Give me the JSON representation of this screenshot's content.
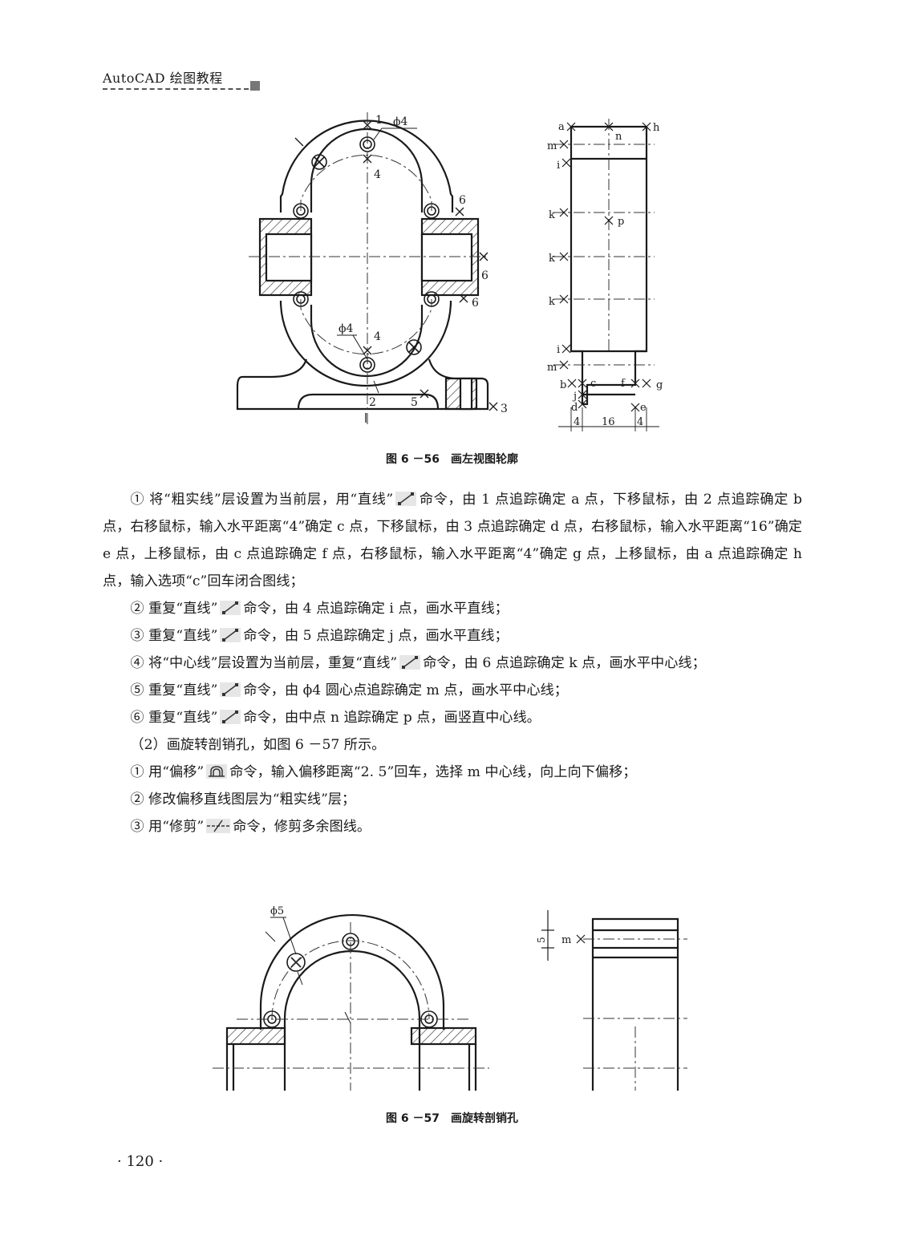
{
  "header": {
    "title": "AutoCAD 绘图教程"
  },
  "figure1": {
    "caption": "图 6 －56　画左视图轮廓",
    "labels": {
      "p1": "1",
      "p2": "2",
      "p3": "3",
      "p4a": "4",
      "p4b": "4",
      "p5": "5",
      "p6a": "6",
      "p6b": "6",
      "p6c": "6",
      "dia_top": "ϕ4",
      "dia_bottom": "ϕ4",
      "a": "a",
      "h": "h",
      "n": "n",
      "m1": "m",
      "i1": "i",
      "k1": "k",
      "p": "p",
      "k2": "k",
      "k3": "k",
      "i2": "i",
      "m2": "m",
      "b": "b",
      "c": "c",
      "f": "f",
      "g": "g",
      "j": "j",
      "d": "d",
      "e": "e",
      "dim1": "4",
      "dim2": "16",
      "dim3": "4"
    }
  },
  "paragraphs": [
    {
      "before": "① 将“粗实线”层设置为当前层，用“直线”",
      "icon": "line",
      "after": "命令，由 1 点追踪确定 a 点，下移鼠标，由 2 点追踪确定 b 点，右移鼠标，输入水平距离“4”确定 c 点，下移鼠标，由 3 点追踪确定 d 点，右移鼠标，输入水平距离“16”确定 e 点，上移鼠标，由 c 点追踪确定 f 点，右移鼠标，输入水平距离“4”确定 g 点，上移鼠标，由 a 点追踪确定 h 点，输入选项“c”回车闭合图线；"
    },
    {
      "before": "② 重复“直线”",
      "icon": "line",
      "after": "命令，由 4 点追踪确定 i 点，画水平直线；"
    },
    {
      "before": "③ 重复“直线”",
      "icon": "line",
      "after": "命令，由 5 点追踪确定 j 点，画水平直线；"
    },
    {
      "before": "④ 将“中心线”层设置为当前层，重复“直线”",
      "icon": "line",
      "after": "命令，由 6 点追踪确定 k 点，画水平中心线；"
    },
    {
      "before": "⑤ 重复“直线”",
      "icon": "line",
      "after": "命令，由 ϕ4 圆心点追踪确定 m 点，画水平中心线；"
    },
    {
      "before": "⑥ 重复“直线”",
      "icon": "line",
      "after": "命令，由中点 n 追踪确定 p 点，画竖直中心线。"
    },
    {
      "before": "（2）画旋转剖销孔，如图 6 －57 所示。",
      "icon": "",
      "after": ""
    },
    {
      "before": "① 用“偏移”",
      "icon": "offset",
      "after": "命令，输入偏移距离“2. 5”回车，选择 m 中心线，向上向下偏移；"
    },
    {
      "before": "② 修改偏移直线图层为“粗实线”层；",
      "icon": "",
      "after": ""
    },
    {
      "before": "③ 用“修剪”",
      "icon": "trim",
      "after": "命令，修剪多余图线。"
    }
  ],
  "figure2": {
    "caption": "图 6 －57　画旋转剖销孔",
    "labels": {
      "dia": "ϕ5",
      "m": "m",
      "dim5": "5"
    }
  },
  "footer": {
    "page_number": "· 120 ·"
  }
}
